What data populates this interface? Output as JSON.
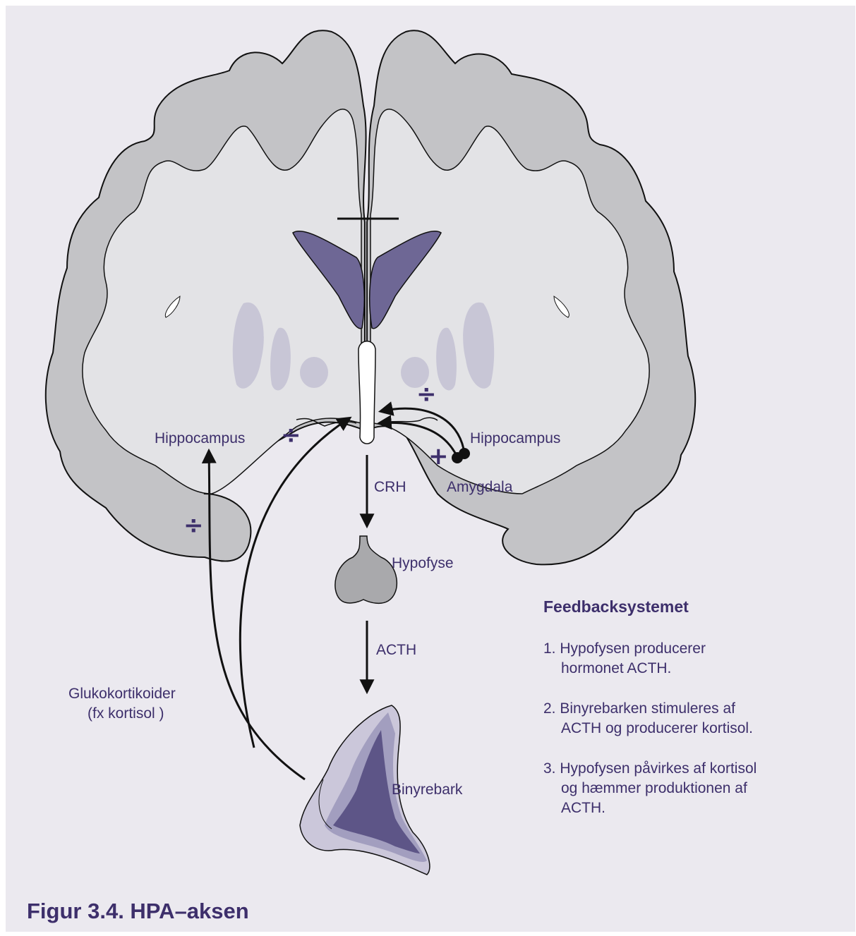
{
  "labels": {
    "hippocampus_left": "Hippocampus",
    "hippocampus_right": "Hippocampus",
    "amygdala": "Amygdala",
    "crh": "CRH",
    "hypofyse": "Hypofyse",
    "acth": "ACTH",
    "binyrebark": "Binyrebark",
    "glukokortikoider_line1": "Glukokortikoider",
    "glukokortikoider_line2": "(fx kortisol )"
  },
  "symbols": {
    "inhibit": "÷",
    "excite": "+"
  },
  "feedback": {
    "title": "Feedbacksystemet",
    "items": [
      {
        "line1": "1. Hypofysen producerer",
        "line2": "hormonet ACTH.",
        "line3": ""
      },
      {
        "line1": "2. Binyrebarken stimuleres af",
        "line2": "ACTH og producerer kortisol.",
        "line3": ""
      },
      {
        "line1": "3. Hypofysen påvirkes af kortisol",
        "line2": "og hæmmer produktionen af",
        "line3": "ACTH."
      }
    ]
  },
  "figure_title": "Figur 3.4. HPA–aksen",
  "colors": {
    "background": "#ebe9ef",
    "cortex_gray": "#c3c3c6",
    "white_matter": "#e3e3e6",
    "ventricle": "#6e6795",
    "basal_ganglia": "#c8c6d6",
    "adrenal_outer": "#cbc7da",
    "adrenal_mid": "#a29ebf",
    "adrenal_inner": "#5d5587",
    "text": "#3d2f6b"
  }
}
